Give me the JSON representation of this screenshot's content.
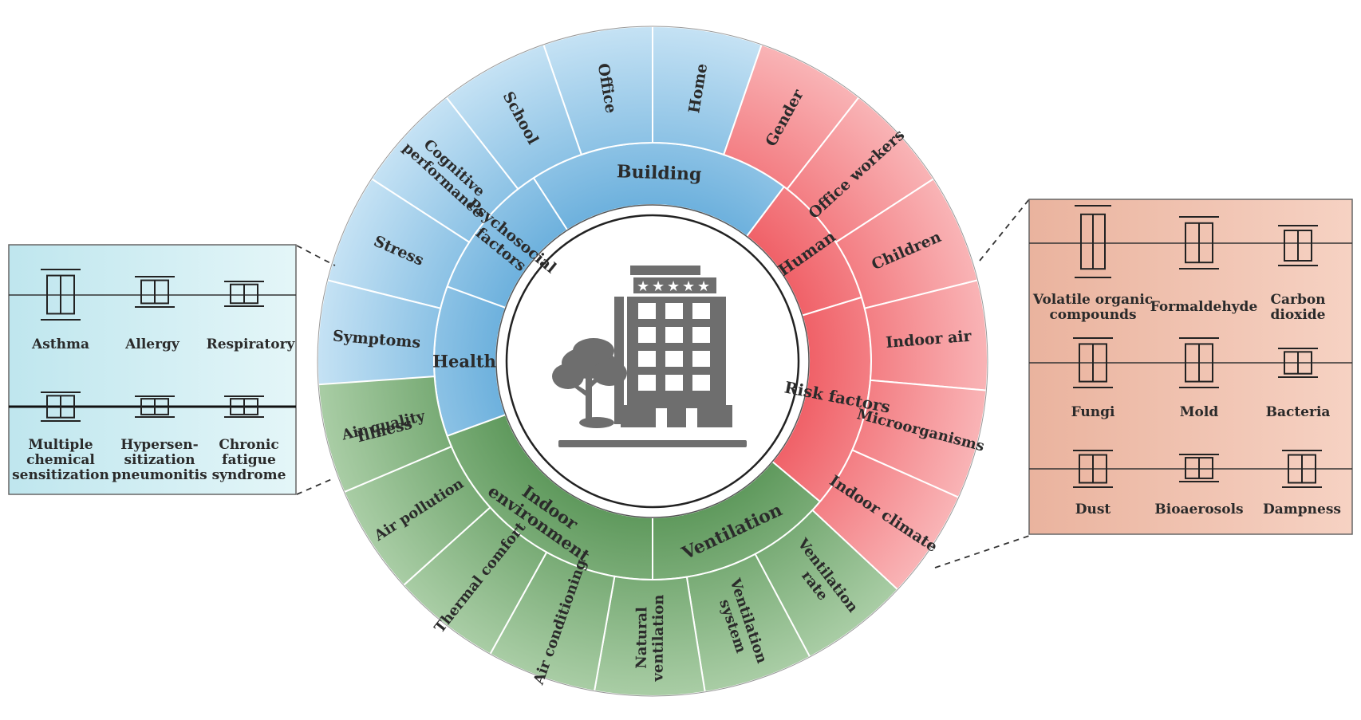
{
  "colors": {
    "blue": "#8fc4e6",
    "red": "#f07f83",
    "green": "#78ae74",
    "left_panel_bg": "#d6f0f4",
    "right_panel_bg": "#f3c7b5",
    "building_gray": "#6e6e6e"
  },
  "inner_ring": {
    "building": "Building",
    "human": "Human",
    "risk_factors": "Risk factors",
    "ventilation": "Ventilation",
    "indoor_environment_line1": "Indoor",
    "indoor_environment_line2": "environment",
    "health": "Health",
    "psychosocial_line1": "Psychosocial",
    "psychosocial_line2": "factors"
  },
  "outer_ring": {
    "home": "Home",
    "office": "Office",
    "school": "School",
    "cognitive_line1": "Cognitive",
    "cognitive_line2": "performance",
    "stress": "Stress",
    "symptoms": "Symptoms",
    "illness": "Illness",
    "gender": "Gender",
    "office_workers": "Office  workers",
    "children": "Children",
    "indoor_air": "Indoor air",
    "microorganisms": "Microorganisms",
    "indoor_climate": "Indoor climate",
    "ventilation_rate_line1": "Ventilation",
    "ventilation_rate_line2": "rate",
    "ventilation_system_line1": "Ventilation",
    "ventilation_system_line2": "system",
    "natural_ventilation_line1": "Natural",
    "natural_ventilation_line2": "ventilation",
    "air_conditioning": "Air conditioning",
    "thermal_comfort": "Thermal comfort",
    "air_pollution": "Air pollution",
    "air_quality": "Air quality"
  },
  "center_icon": "building-with-tree-icon",
  "left_panel": {
    "asthma": "Asthma",
    "allergy": "Allergy",
    "respiratory": "Respiratory",
    "multiple_line1": "Multiple",
    "multiple_line2": "chemical",
    "multiple_line3": "sensitization",
    "hyper_line1": "Hypersen-",
    "hyper_line2": "sitization",
    "hyper_line3": "pneumonitis",
    "chronic_line1": "Chronic",
    "chronic_line2": "fatigue",
    "chronic_line3": "syndrome"
  },
  "right_panel": {
    "voc_line1": "Volatile organic",
    "voc_line2": "compounds",
    "formaldehyde": "Formaldehyde",
    "co2_line1": "Carbon",
    "co2_line2": "dioxide",
    "fungi": "Fungi",
    "mold": "Mold",
    "bacteria": "Bacteria",
    "dust": "Dust",
    "bioaerosols": "Bioaerosols",
    "dampness": "Dampness"
  }
}
